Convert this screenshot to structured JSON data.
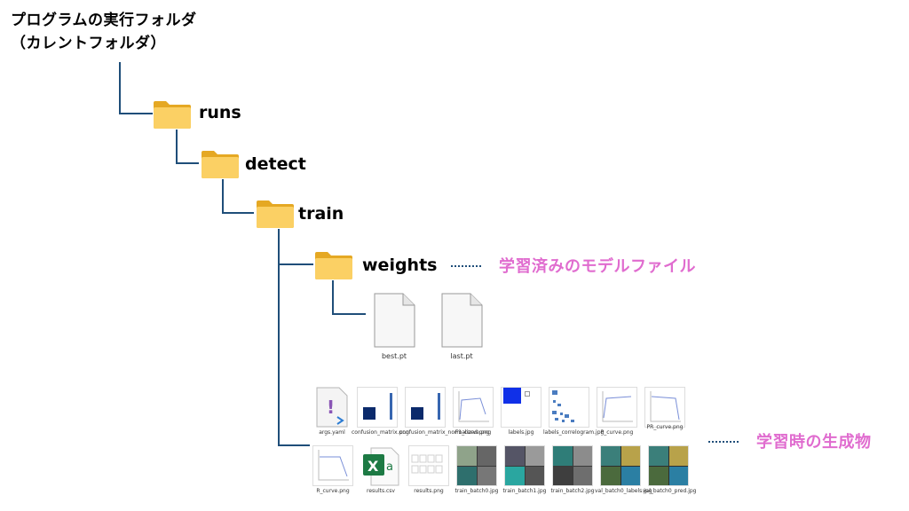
{
  "title_line1": "プログラムの実行フォルダ",
  "title_line2": "（カレントフォルダ）",
  "folders": {
    "runs": "runs",
    "detect": "detect",
    "train": "train",
    "weights": "weights"
  },
  "annotations": {
    "weights_note": "学習済みのモデルファイル",
    "train_note": "学習時の生成物"
  },
  "weight_files": [
    "best.pt",
    "last.pt"
  ],
  "train_files_row1": [
    "args.yaml",
    "confusion_matrix.png",
    "confusion_matrix_normalized.png",
    "F1_curve.png",
    "labels.jpg",
    "labels_correlogram.jpg",
    "P_curve.png",
    "PR_curve.png"
  ],
  "train_files_row2": [
    "R_curve.png",
    "results.csv",
    "results.png",
    "train_batch0.jpg",
    "train_batch1.jpg",
    "train_batch2.jpg",
    "val_batch0_labels.jpg",
    "val_batch0_pred.jpg"
  ],
  "colors": {
    "line": "#1f4e79",
    "annotation": "#e06ccf",
    "folder": "#f6c445"
  }
}
